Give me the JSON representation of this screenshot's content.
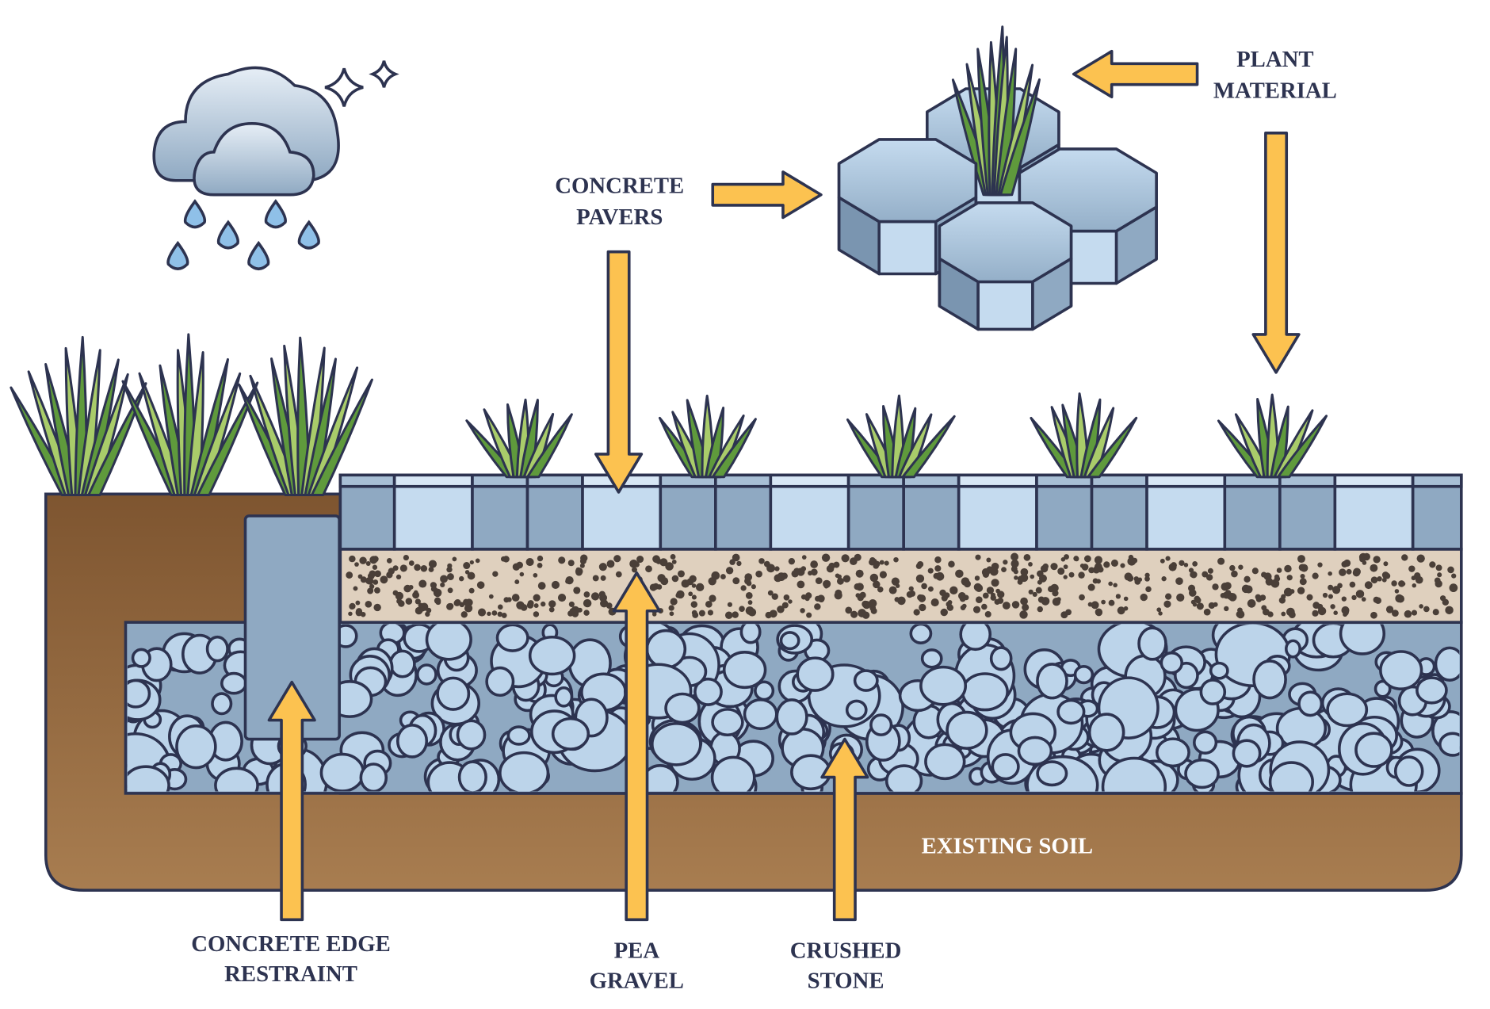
{
  "labels": {
    "concrete_pavers": [
      "CONCRETE",
      "PAVERS"
    ],
    "plant_material": [
      "PLANT",
      "MATERIAL"
    ],
    "concrete_edge_restraint": [
      "CONCRETE EDGE",
      "RESTRAINT"
    ],
    "pea_gravel": [
      "PEA",
      "GRAVEL"
    ],
    "crushed_stone": [
      "CRUSHED",
      "STONE"
    ],
    "existing_soil": "EXISTING SOIL"
  },
  "icons": [
    "rain-cloud-icon",
    "sparkle-icon",
    "raindrop-icon",
    "grass-icon",
    "hexagonal-paver-icon",
    "arrow-icon"
  ],
  "colors": {
    "outline": "#2d3350",
    "arrow": "#fcc250",
    "paver_dark": "#8fa9c2",
    "paver_light": "#c5dbef",
    "gravel_bed": "#dfd0be",
    "gravel_dot": "#4a3f38",
    "stone": "#bcd4ea",
    "soil_top": "#7e5530",
    "soil_bottom": "#a87d50",
    "grass_dark": "#5f9a3c",
    "grass_light": "#a9cc6a"
  }
}
